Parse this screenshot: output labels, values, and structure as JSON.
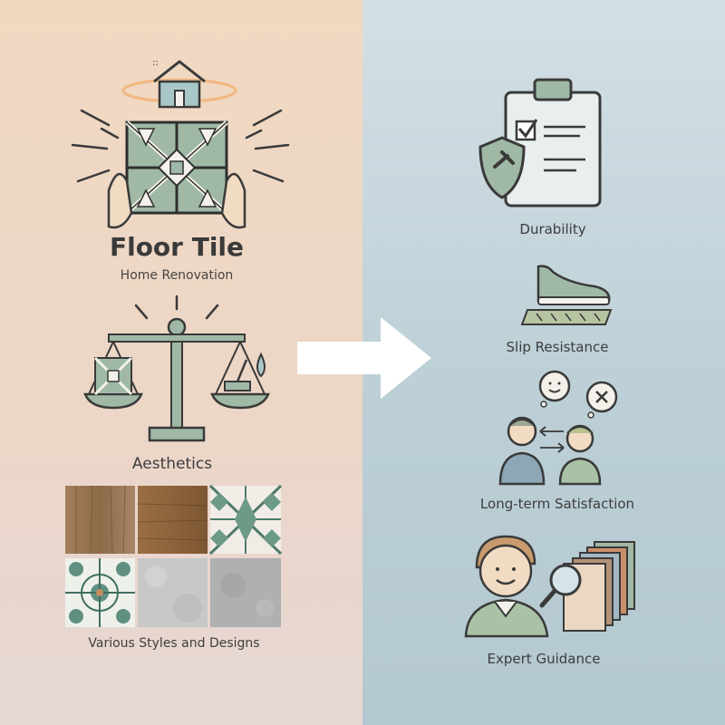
{
  "left": {
    "title": "Floor Tile",
    "subtitle": "Home Renovation",
    "aesthetics_label": "Aesthetics",
    "styles_label": "Various Styles and Designs",
    "swatches": [
      "wood-light",
      "wood-medium",
      "pattern-geometric",
      "pattern-floral",
      "concrete-light",
      "concrete-dark"
    ]
  },
  "right": {
    "items": [
      {
        "label": "Durability",
        "icon": "clipboard-shield-icon"
      },
      {
        "label": "Slip Resistance",
        "icon": "shoe-icon"
      },
      {
        "label": "Long-term Satisfaction",
        "icon": "people-feedback-icon"
      },
      {
        "label": "Expert Guidance",
        "icon": "expert-samples-icon"
      }
    ]
  },
  "colors": {
    "left_bg": "#f1d9c1",
    "right_bg": "#c6d7dd",
    "accent_green": "#9fb9a6",
    "line": "#3a3a3a",
    "arrow": "#ffffff"
  }
}
